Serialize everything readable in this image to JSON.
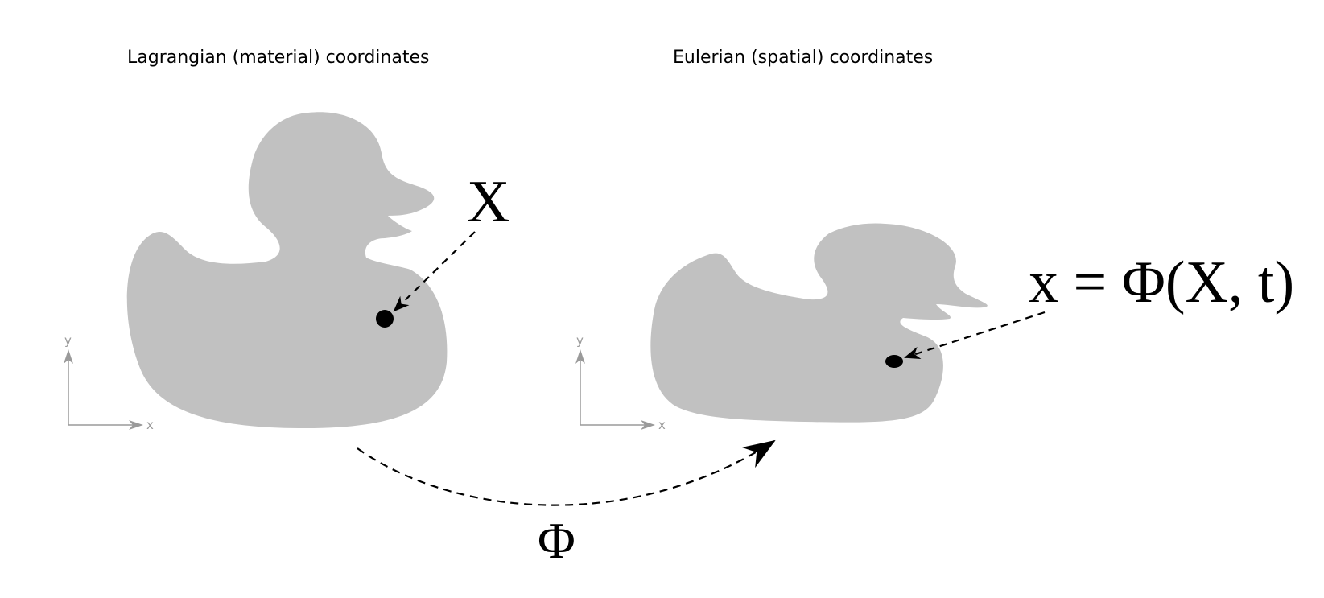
{
  "left_panel": {
    "caption": "Lagrangian (material) coordinates",
    "point_label": "X",
    "axes": {
      "x_label": "x",
      "y_label": "y"
    }
  },
  "right_panel": {
    "caption": "Eulerian (spatial) coordinates",
    "point_label": "x = Φ(X, t)",
    "axes": {
      "x_label": "x",
      "y_label": "y"
    }
  },
  "mapping": {
    "label": "Φ"
  },
  "colors": {
    "body_fill": "#c1c1c1",
    "axis_stroke": "#9a9a9a",
    "ink": "#000000"
  }
}
